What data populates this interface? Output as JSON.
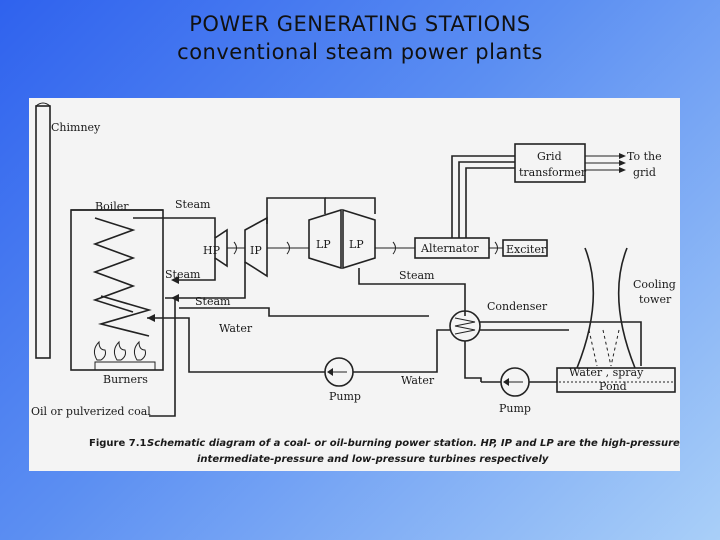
{
  "slide": {
    "title_line1": "POWER GENERATING STATIONS",
    "title_line2": "conventional steam power plants"
  },
  "diagram": {
    "labels": {
      "chimney": "Chimney",
      "boiler": "Boiler",
      "steam_top": "Steam",
      "hp": "HP",
      "ip": "IP",
      "lp1": "LP",
      "lp2": "LP",
      "alternator": "Alternator",
      "exciter": "Exciter",
      "grid_transformer_1": "Grid",
      "grid_transformer_2": "transformer",
      "to_grid_1": "To the",
      "to_grid_2": "grid",
      "steam_left_mid": "Steam",
      "steam_left_low": "Steam",
      "steam_to_condenser": "Steam",
      "condenser": "Condenser",
      "cooling_tower_1": "Cooling",
      "cooling_tower_2": "tower",
      "water_return": "Water",
      "water_pump_line": "Water",
      "pump_left": "Pump",
      "pump_right": "Pump",
      "water_spray": "Water , spray",
      "pond": "Pond",
      "burners": "Burners",
      "fuel": "Oil or pulverized coal"
    },
    "caption": {
      "number": "Figure 7.1",
      "line1": "Schematic diagram of a coal- or oil-burning power station. HP, IP and LP are the high-pressure,",
      "line2": "intermediate-pressure and low-pressure turbines respectively"
    }
  }
}
